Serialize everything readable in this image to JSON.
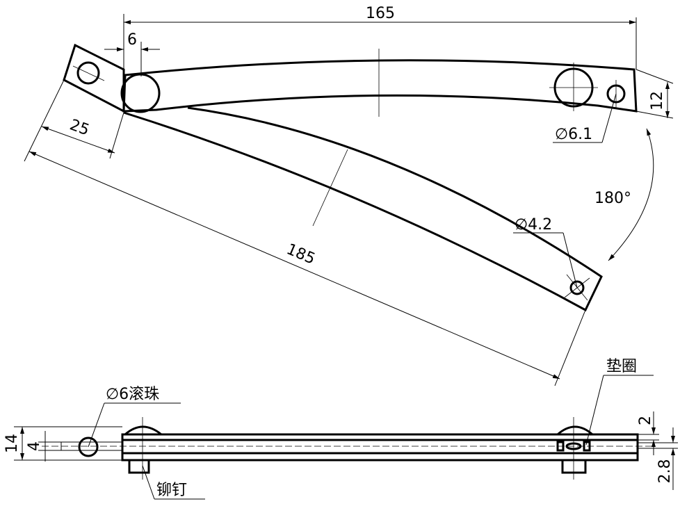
{
  "title": "Folding stay arm technical drawing",
  "dimensions": {
    "overall_length": "165",
    "pivot_offset": "6",
    "arm_width": "12",
    "hole_large": "∅6.1",
    "short_length": "25",
    "rotation": "180°",
    "hole_small": "∅4.2",
    "lower_arm_length": "185",
    "side_height": "14",
    "side_inner": "4",
    "plate_thickness": "2",
    "stack_thickness": "2.8"
  },
  "callouts": {
    "washer": "垫圈",
    "ball": "∅6滚珠",
    "rivet": "铆钉"
  }
}
